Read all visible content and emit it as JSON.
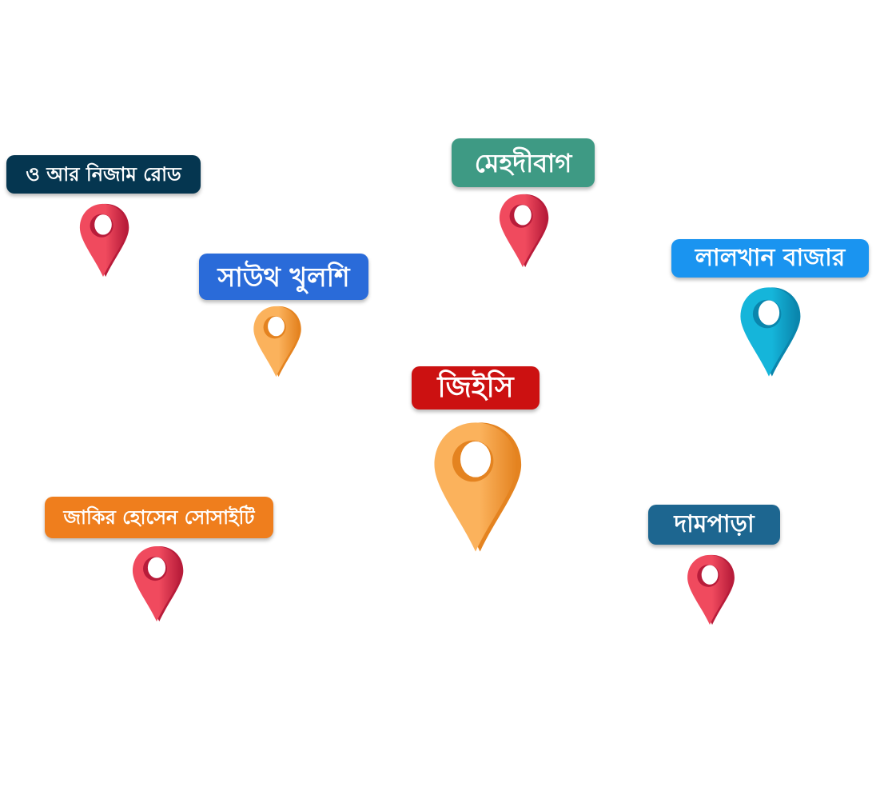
{
  "locations": [
    {
      "name": "ও আর নিজাম রোড",
      "label_color": "#053650",
      "pin_style": "red"
    },
    {
      "name": "মেহদীবাগ",
      "label_color": "#3e9a84",
      "pin_style": "red"
    },
    {
      "name": "সাউথ খুলশি",
      "label_color": "#2a6bd9",
      "pin_style": "orange"
    },
    {
      "name": "লালখান বাজার",
      "label_color": "#1a94f0",
      "pin_style": "blue"
    },
    {
      "name": "জিইসি",
      "label_color": "#cc1111",
      "pin_style": "orange"
    },
    {
      "name": "জাকির হোসেন সোসাইটি",
      "label_color": "#ef7e1d",
      "pin_style": "red"
    },
    {
      "name": "দামপাড়া",
      "label_color": "#1d6690",
      "pin_style": "red"
    }
  ],
  "pin_palettes": {
    "red": {
      "light": "#f04a5e",
      "dark": "#b81c3a",
      "tip": "#e23a50"
    },
    "orange": {
      "light": "#fbb25c",
      "dark": "#e48320",
      "tip": "#f4a040"
    },
    "blue": {
      "light": "#15b5da",
      "dark": "#0a86ad",
      "tip": "#14a9cf"
    }
  }
}
